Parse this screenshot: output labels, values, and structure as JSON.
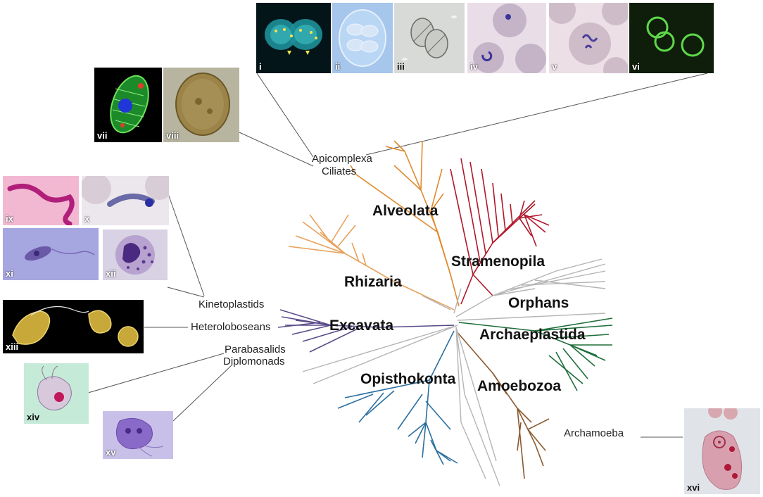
{
  "groups": {
    "alveolata": "Alveolata",
    "stramenopila": "Stramenopila",
    "rhizaria": "Rhizaria",
    "orphans": "Orphans",
    "excavata": "Excavata",
    "archaeplastida": "Archaeplastida",
    "opisthokonta": "Opisthokonta",
    "amoebozoa": "Amoebozoa"
  },
  "subgroups": {
    "apicomplexa": "Apicomplexa",
    "ciliates": "Ciliates",
    "kinetoplastids": "Kinetoplastids",
    "heteroloboseans": "Heteroloboseans",
    "parabasalids": "Parabasalids",
    "diplomonads": "Diplomonads",
    "archamoeba": "Archamoeba"
  },
  "panels": {
    "i": "i",
    "ii": "ii",
    "iii": "iii",
    "iv": "iv",
    "v": "v",
    "vi": "vi",
    "vii": "vii",
    "viii": "viii",
    "ix": "ix",
    "x": "x",
    "xi": "xi",
    "xii": "xii",
    "xiii": "xiii",
    "xiv": "xiv",
    "xv": "xv",
    "xvi": "xvi"
  },
  "colors": {
    "alveolata": "#e08a2e",
    "stramenopila": "#b0182a",
    "rhizaria": "#e8a05a",
    "orphans": "#b5b5b5",
    "excavata": "#5a4a8a",
    "archaeplastida": "#1f6e3a",
    "opisthokonta": "#2a6fa0",
    "amoebozoa": "#8a5a30"
  }
}
